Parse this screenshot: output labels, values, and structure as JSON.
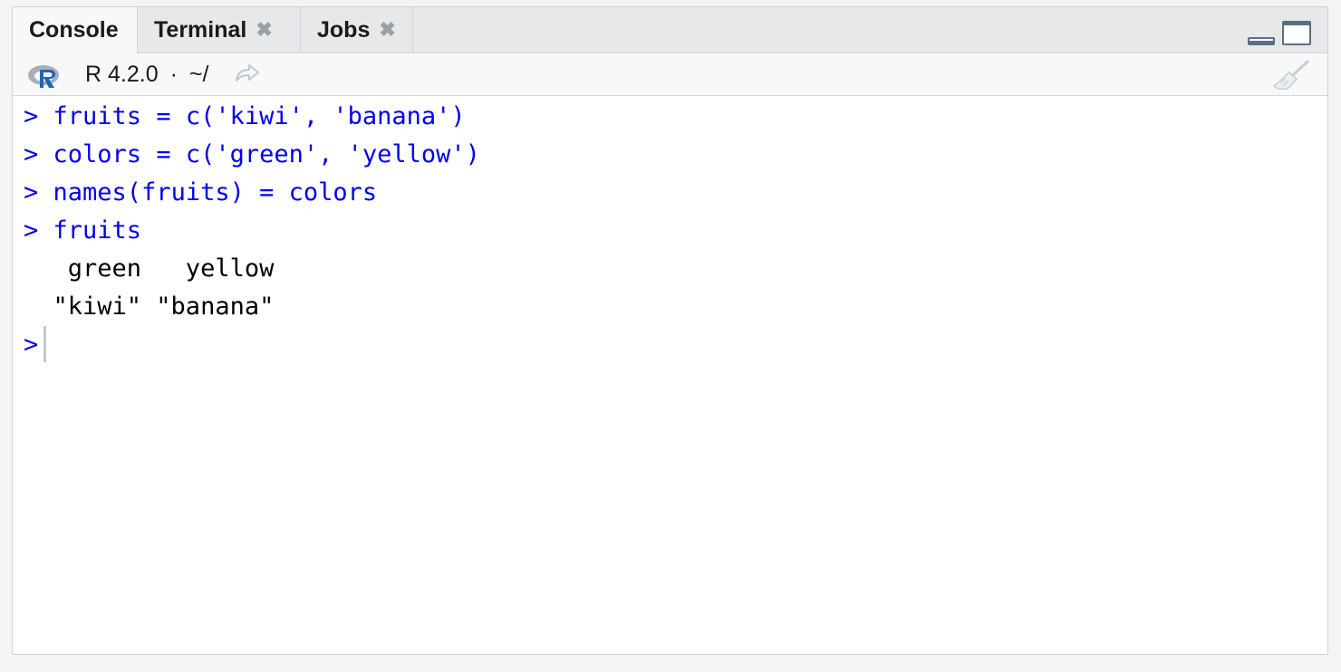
{
  "tabs": [
    {
      "label": "Console",
      "closable": false,
      "active": true
    },
    {
      "label": "Terminal",
      "closable": true,
      "active": false
    },
    {
      "label": "Jobs",
      "closable": true,
      "active": false
    }
  ],
  "tab_close_glyph": "✖",
  "toolbar": {
    "r_version": "R 4.2.0",
    "separator": "·",
    "working_dir": "~/",
    "icons": [
      "r-logo-icon",
      "follow-directory-icon",
      "clear-console-icon"
    ]
  },
  "pane_controls": [
    "minimize-icon",
    "maximize-icon"
  ],
  "console": {
    "prompt": ">",
    "lines": [
      {
        "type": "input",
        "text": "fruits = c('kiwi', 'banana')"
      },
      {
        "type": "input",
        "text": "colors = c('green', 'yellow')"
      },
      {
        "type": "input",
        "text": "names(fruits) = colors"
      },
      {
        "type": "input",
        "text": "fruits"
      },
      {
        "type": "output",
        "text": "   green   yellow"
      },
      {
        "type": "output",
        "text": "  \"kiwi\" \"banana\""
      }
    ],
    "current_input": ""
  },
  "colors": {
    "command": "#0000ee",
    "output": "#000000",
    "tabbar_bg": "#e6e8ea",
    "toolbar_bg": "#f7f8f9",
    "icon_blue": "#5b6e84"
  }
}
